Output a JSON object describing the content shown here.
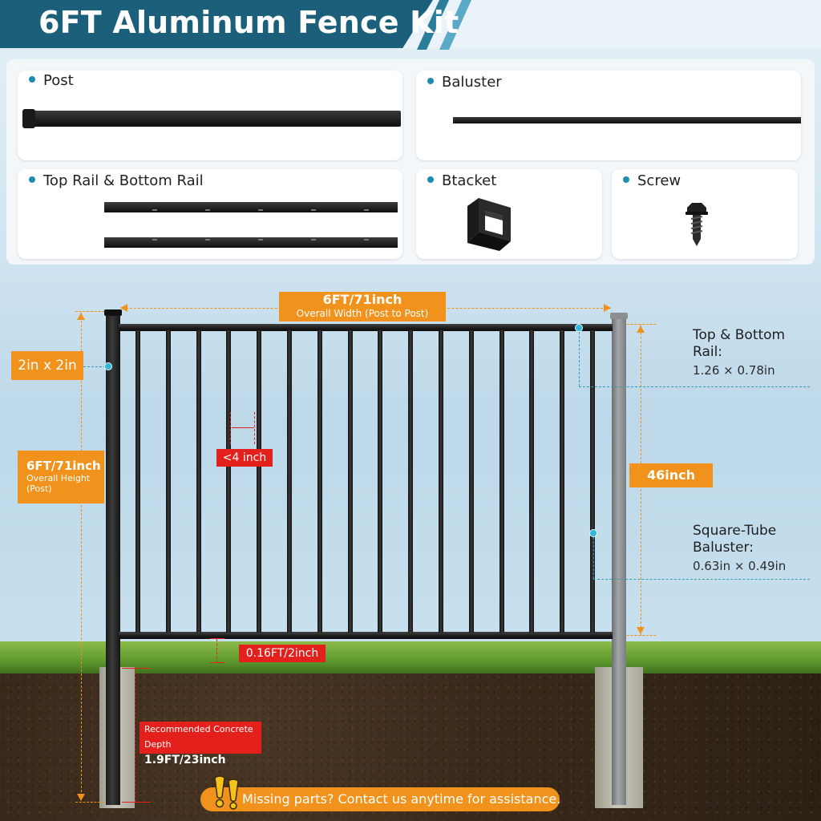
{
  "header": {
    "title": "6FT Aluminum Fence Kit"
  },
  "parts": {
    "post": "Post",
    "baluster": "Baluster",
    "rails": "Top Rail & Bottom Rail",
    "bracket": "Btacket",
    "screw": "Screw"
  },
  "dimensions": {
    "width_value": "6FT/71inch",
    "width_caption": "Overall Width (Post to Post)",
    "post_size": "2in x 2in",
    "height_value": "6FT/71inch",
    "height_caption_1": "Overall Height",
    "height_caption_2": "(Post)",
    "spacing": "<4 inch",
    "panel_height": "46inch",
    "ground_gap": "0.16FT/2inch",
    "concrete_caption": "Recommended Concrete",
    "concrete_depth_label": "Depth",
    "concrete_depth_value": "1.9FT/23inch"
  },
  "specs": {
    "rail_title_1": "Top & Bottom",
    "rail_title_2": "Rail:",
    "rail_value": "1.26 × 0.78in",
    "baluster_title_1": "Square-Tube",
    "baluster_title_2": "Baluster:",
    "baluster_value": "0.63in × 0.49in"
  },
  "footer": {
    "notice": "Missing parts? Contact us anytime for assistance."
  },
  "colors": {
    "header": "#1b5f7a",
    "accent_orange": "#f0921b",
    "accent_red": "#e3201b",
    "accent_teal": "#2fb8d8"
  },
  "icons": {
    "notice": "exclamation-icon"
  }
}
